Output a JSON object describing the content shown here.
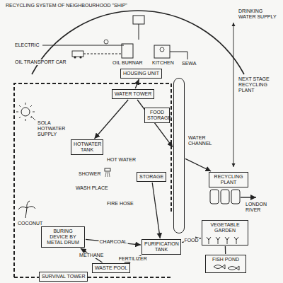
{
  "diagram": {
    "title": "RECYCLING SYSTEM OF NEIGHBOURHOOD \"SHIP\"",
    "nodes": [
      {
        "text": [
          "HOUSING UNIT"
        ]
      },
      {
        "text": [
          "WATER TOWER"
        ]
      },
      {
        "text": [
          "FOOD STORAGE"
        ]
      },
      {
        "text": [
          "HOTWATER TANK"
        ]
      },
      {
        "text": [
          "STORAGE"
        ]
      },
      {
        "text": [
          "WATER CHANNEL"
        ]
      },
      {
        "text": [
          "RECYCLING PLANT"
        ]
      },
      {
        "text": [
          "BURING DEVICE BY METAL DRUM"
        ]
      },
      {
        "text": [
          "PURIFICATION TANK"
        ]
      },
      {
        "text": [
          "WASTE POOL"
        ]
      },
      {
        "text": [
          "VEGETABLE GARDEN"
        ]
      },
      {
        "text": [
          "FISH POND"
        ]
      },
      {
        "text": [
          "SURVIVAL TOWER"
        ]
      }
    ],
    "edges": [
      {
        "from": 1,
        "to": 0,
        "arrow": "to"
      },
      {
        "from": 1,
        "to": 3,
        "arrow": "to"
      },
      {
        "from": 1,
        "to": 5,
        "arrow": "to"
      },
      {
        "from": 5,
        "to": 6,
        "arrow": "to"
      },
      {
        "from": 4,
        "to": 8,
        "arrow": "to"
      },
      {
        "from": 7,
        "to": 8,
        "label": "CHARCOAL",
        "arrow": "to"
      },
      {
        "from": 9,
        "to": 7,
        "label": "METHANE",
        "arrow": "to"
      },
      {
        "from": 8,
        "to": 9,
        "label": "FERTILIZER",
        "arrow": "to"
      },
      {
        "from": 8,
        "to": 10,
        "label": "FOOD",
        "arrow": "to"
      },
      {
        "from": 10,
        "to": 11,
        "arrow": "none"
      }
    ],
    "labels": [
      "ELECTRIC",
      "OIL TRANSPORT CAR",
      "DRINKING WATER SUPPLY",
      "NEXT STAGE RECYCLING PLANT",
      "OIL BURNAR",
      "KITCHEN",
      "SEWA",
      "SOLA HOTWATER SUPPLY",
      "HOT WATER",
      "SHOWER",
      "WASH PLACE",
      "FIRE HOSE",
      "LONDON RIVER",
      "COCONUT"
    ]
  }
}
